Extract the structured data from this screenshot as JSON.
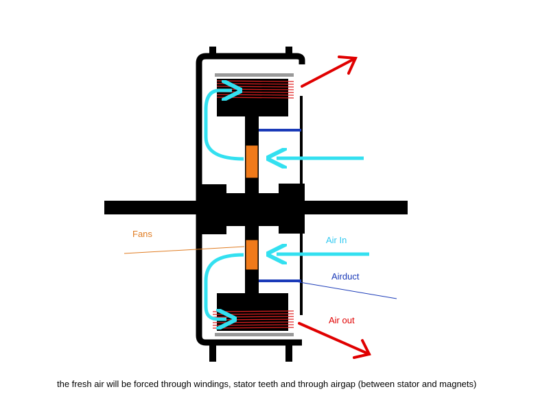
{
  "labels": {
    "fans": "Fans",
    "air_in": "Air In",
    "airduct": "Airduct",
    "air_out": "Air out"
  },
  "caption": "the fresh air will be forced through windings, stator teeth and through airgap (between stator and magnets)",
  "colors": {
    "structure": "#000000",
    "windings": "#e02020",
    "air_out_arrow": "#e00000",
    "air_flow": "#33e0f0",
    "airduct": "#1a3ab8",
    "fans_pointer": "#e07b20",
    "magnet": "#f07a1a",
    "air_in_label": "#2ec8f0",
    "airduct_label": "#1a3ab8",
    "air_out_label": "#e00000",
    "fans_label": "#e07b20"
  }
}
